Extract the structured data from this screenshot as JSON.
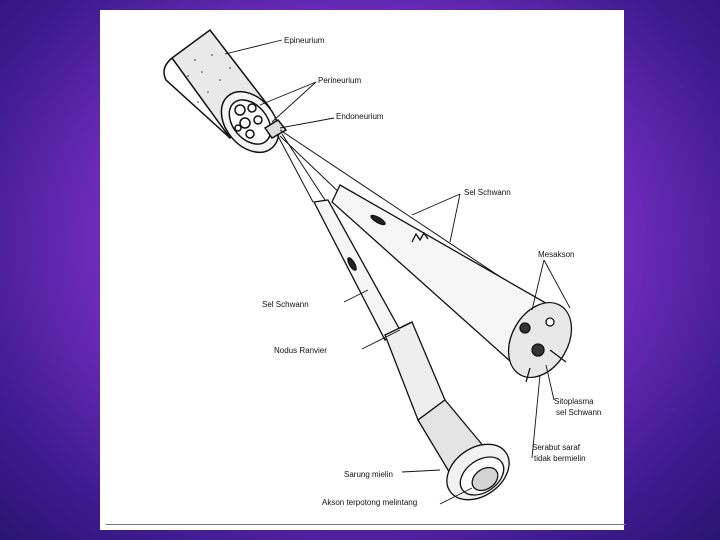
{
  "labels": {
    "epineurium": "Epineurium",
    "perineurium": "Perineurium",
    "endoneurium": "Endoneurium",
    "schwann_upper": "Sel Schwann",
    "mesakson": "Mesakson",
    "schwann_left": "Sel Schwann",
    "nodus_ranvier": "Nodus  Ranvier",
    "sitoplasma_line1": "Sitoplasma",
    "sitoplasma_line2": "sel  Schwann",
    "serabut_line1": "Serabut saraf",
    "serabut_line2": "tidak bermielin",
    "sarung_mielin": "Sarung mielin",
    "akson": "Akson  terpotong melintang"
  },
  "colors": {
    "background": "#7a2fc4",
    "panel": "#ffffff",
    "ink": "#111111"
  }
}
